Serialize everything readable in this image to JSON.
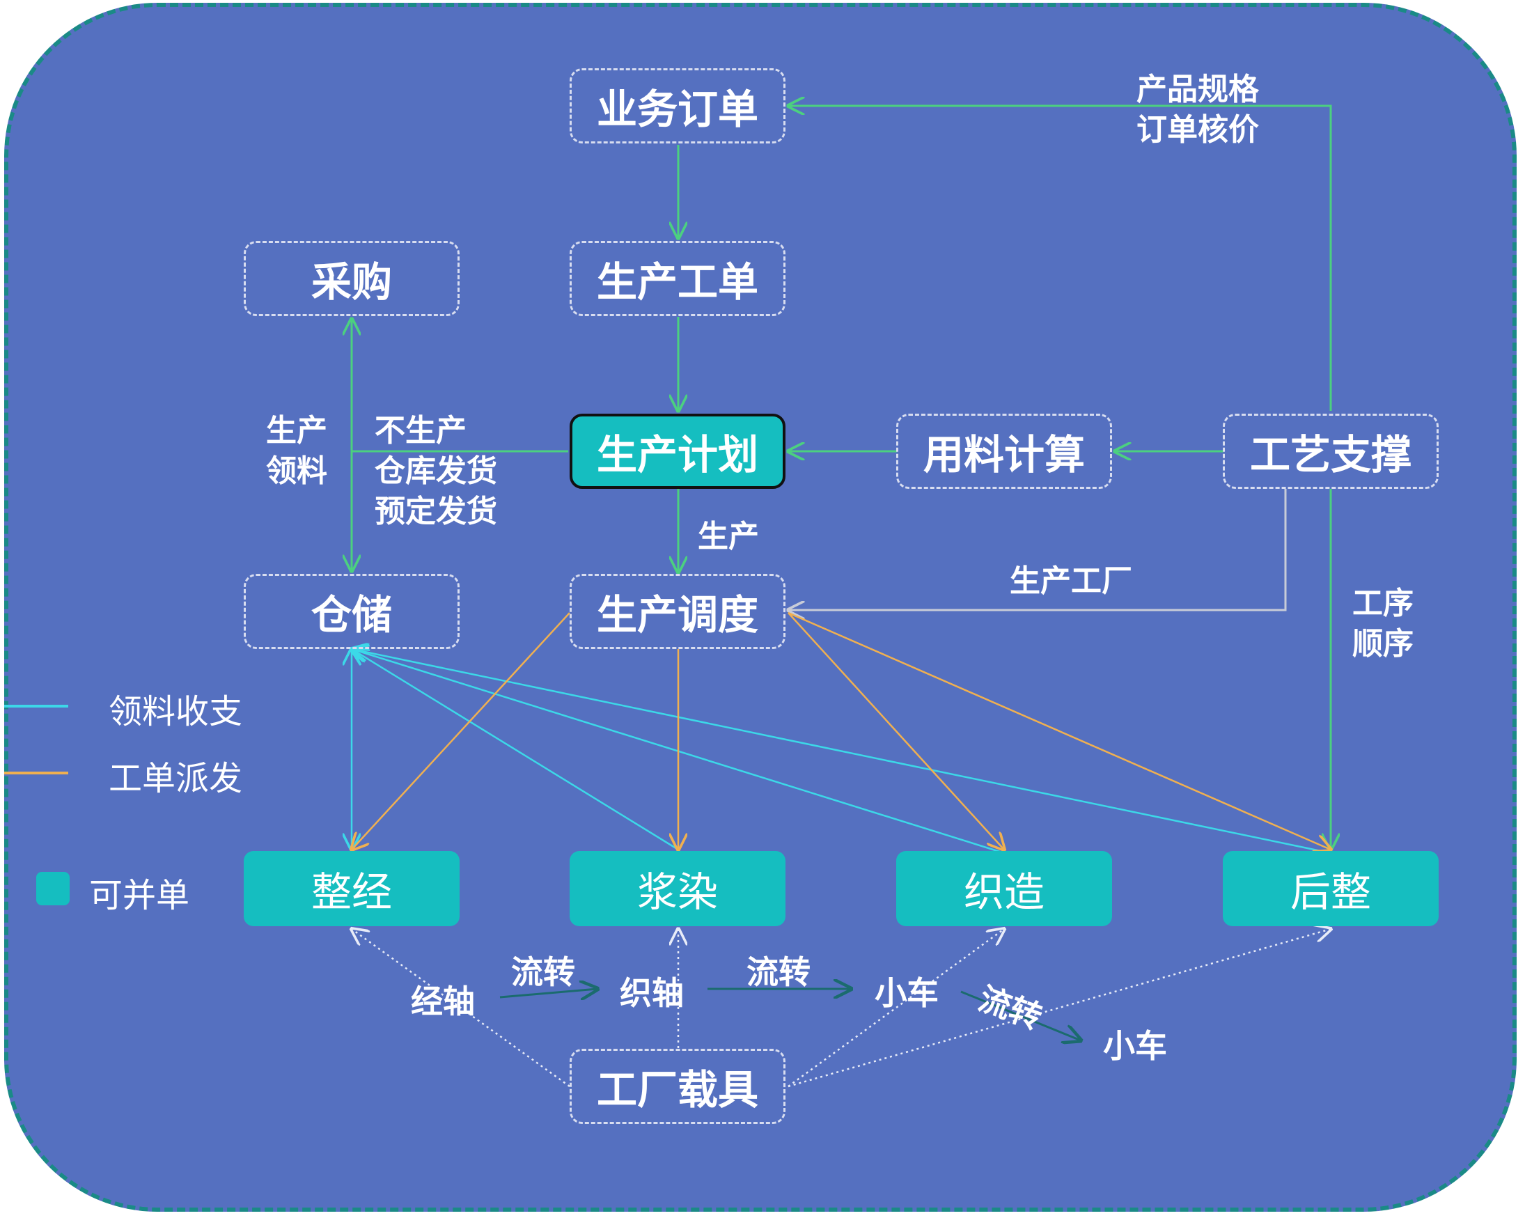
{
  "colors": {
    "background": "#5570C0",
    "frame_border": "#1A8A86",
    "teal_node": "#15BEC0",
    "flow_green": "#4CD080",
    "material_cyan": "#3CD8E8",
    "dispatch_orange": "#F0B050",
    "factory_gray": "#C8CCD8",
    "transfer_green": "#2FAF7A"
  },
  "nodes": {
    "order": "业务订单",
    "work_order": "生产工单",
    "plan": "生产计划",
    "material_calc": "用料计算",
    "process_support": "工艺支撑",
    "purchase": "采购",
    "storage": "仓储",
    "scheduling": "生产调度",
    "warping": "整经",
    "sizing": "浆染",
    "weaving": "织造",
    "finishing": "后整",
    "factory_carrier": "工厂载具"
  },
  "labels": {
    "spec_price": [
      "产品规格",
      "订单核价"
    ],
    "production_picking": [
      "生产",
      "领料"
    ],
    "non_production": [
      "不生产",
      "仓库发货",
      "预定发货"
    ],
    "production": "生产",
    "factory": "生产工厂",
    "process_order": [
      "工序",
      "顺序"
    ]
  },
  "carriers": {
    "warp_beam": "经轴",
    "weaving_beam": "织轴",
    "cart_1": "小车",
    "cart_2": "小车",
    "flow_1": "流转",
    "flow_2": "流转",
    "flow_3": "流转"
  },
  "legend": {
    "material": "领料收支",
    "dispatch": "工单派发",
    "mergeable": "可并单"
  }
}
